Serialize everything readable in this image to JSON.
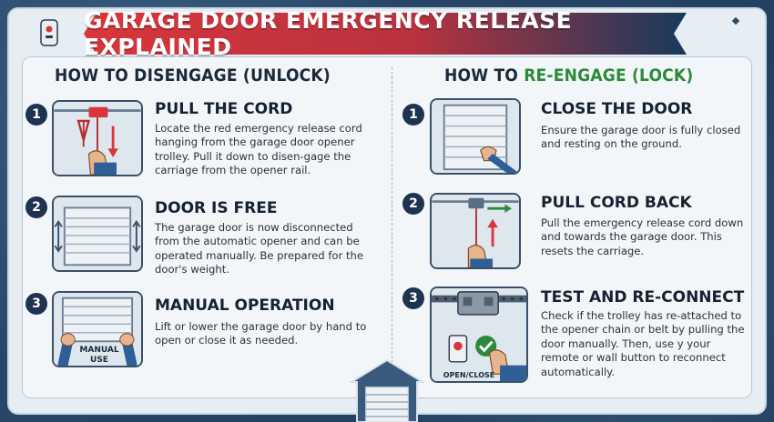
{
  "title": "GARAGE DOOR EMERGENCY RELEASE EXPLAINED",
  "colors": {
    "banner_red": "#d8363a",
    "banner_dark": "#173a5a",
    "accent_green": "#2c8a3a",
    "step_badge": "#1d3350"
  },
  "left": {
    "heading": "HOW TO DISENGAGE (UNLOCK)",
    "steps": [
      {
        "num": "1",
        "title": "PULL THE CORD",
        "desc": "Locate the red emergency release cord hanging from the garage door opener trolley. Pull it down to disen-gage the carriage from the opener rail."
      },
      {
        "num": "2",
        "title": "DOOR IS FREE",
        "desc": "The garage door is now disconnected from the automatic opener and can be operated manually. Be prepared for the door's weight."
      },
      {
        "num": "3",
        "title": "MANUAL OPERATION",
        "desc": "Lift or lower the garage door by hand to open or close it as needed.",
        "image_label": "MANUAL USE"
      }
    ]
  },
  "right": {
    "heading_prefix": "HOW TO ",
    "heading_highlight": "RE-ENGAGE (LOCK)",
    "steps": [
      {
        "num": "1",
        "title": "CLOSE THE DOOR",
        "desc": "Ensure the garage door is fully closed and resting on the ground."
      },
      {
        "num": "2",
        "title": "PULL CORD BACK",
        "desc": "Pull the emergency release cord down and towards the garage door. This resets the carriage."
      },
      {
        "num": "3",
        "title": "TEST AND RE-CONNECT",
        "desc": "Check if the trolley has re-attached to the opener chain or belt by pulling the door manually. Then, use y your remote or wall button to reconnect automatically.",
        "image_label": "OPEN/CLOSE"
      }
    ]
  }
}
